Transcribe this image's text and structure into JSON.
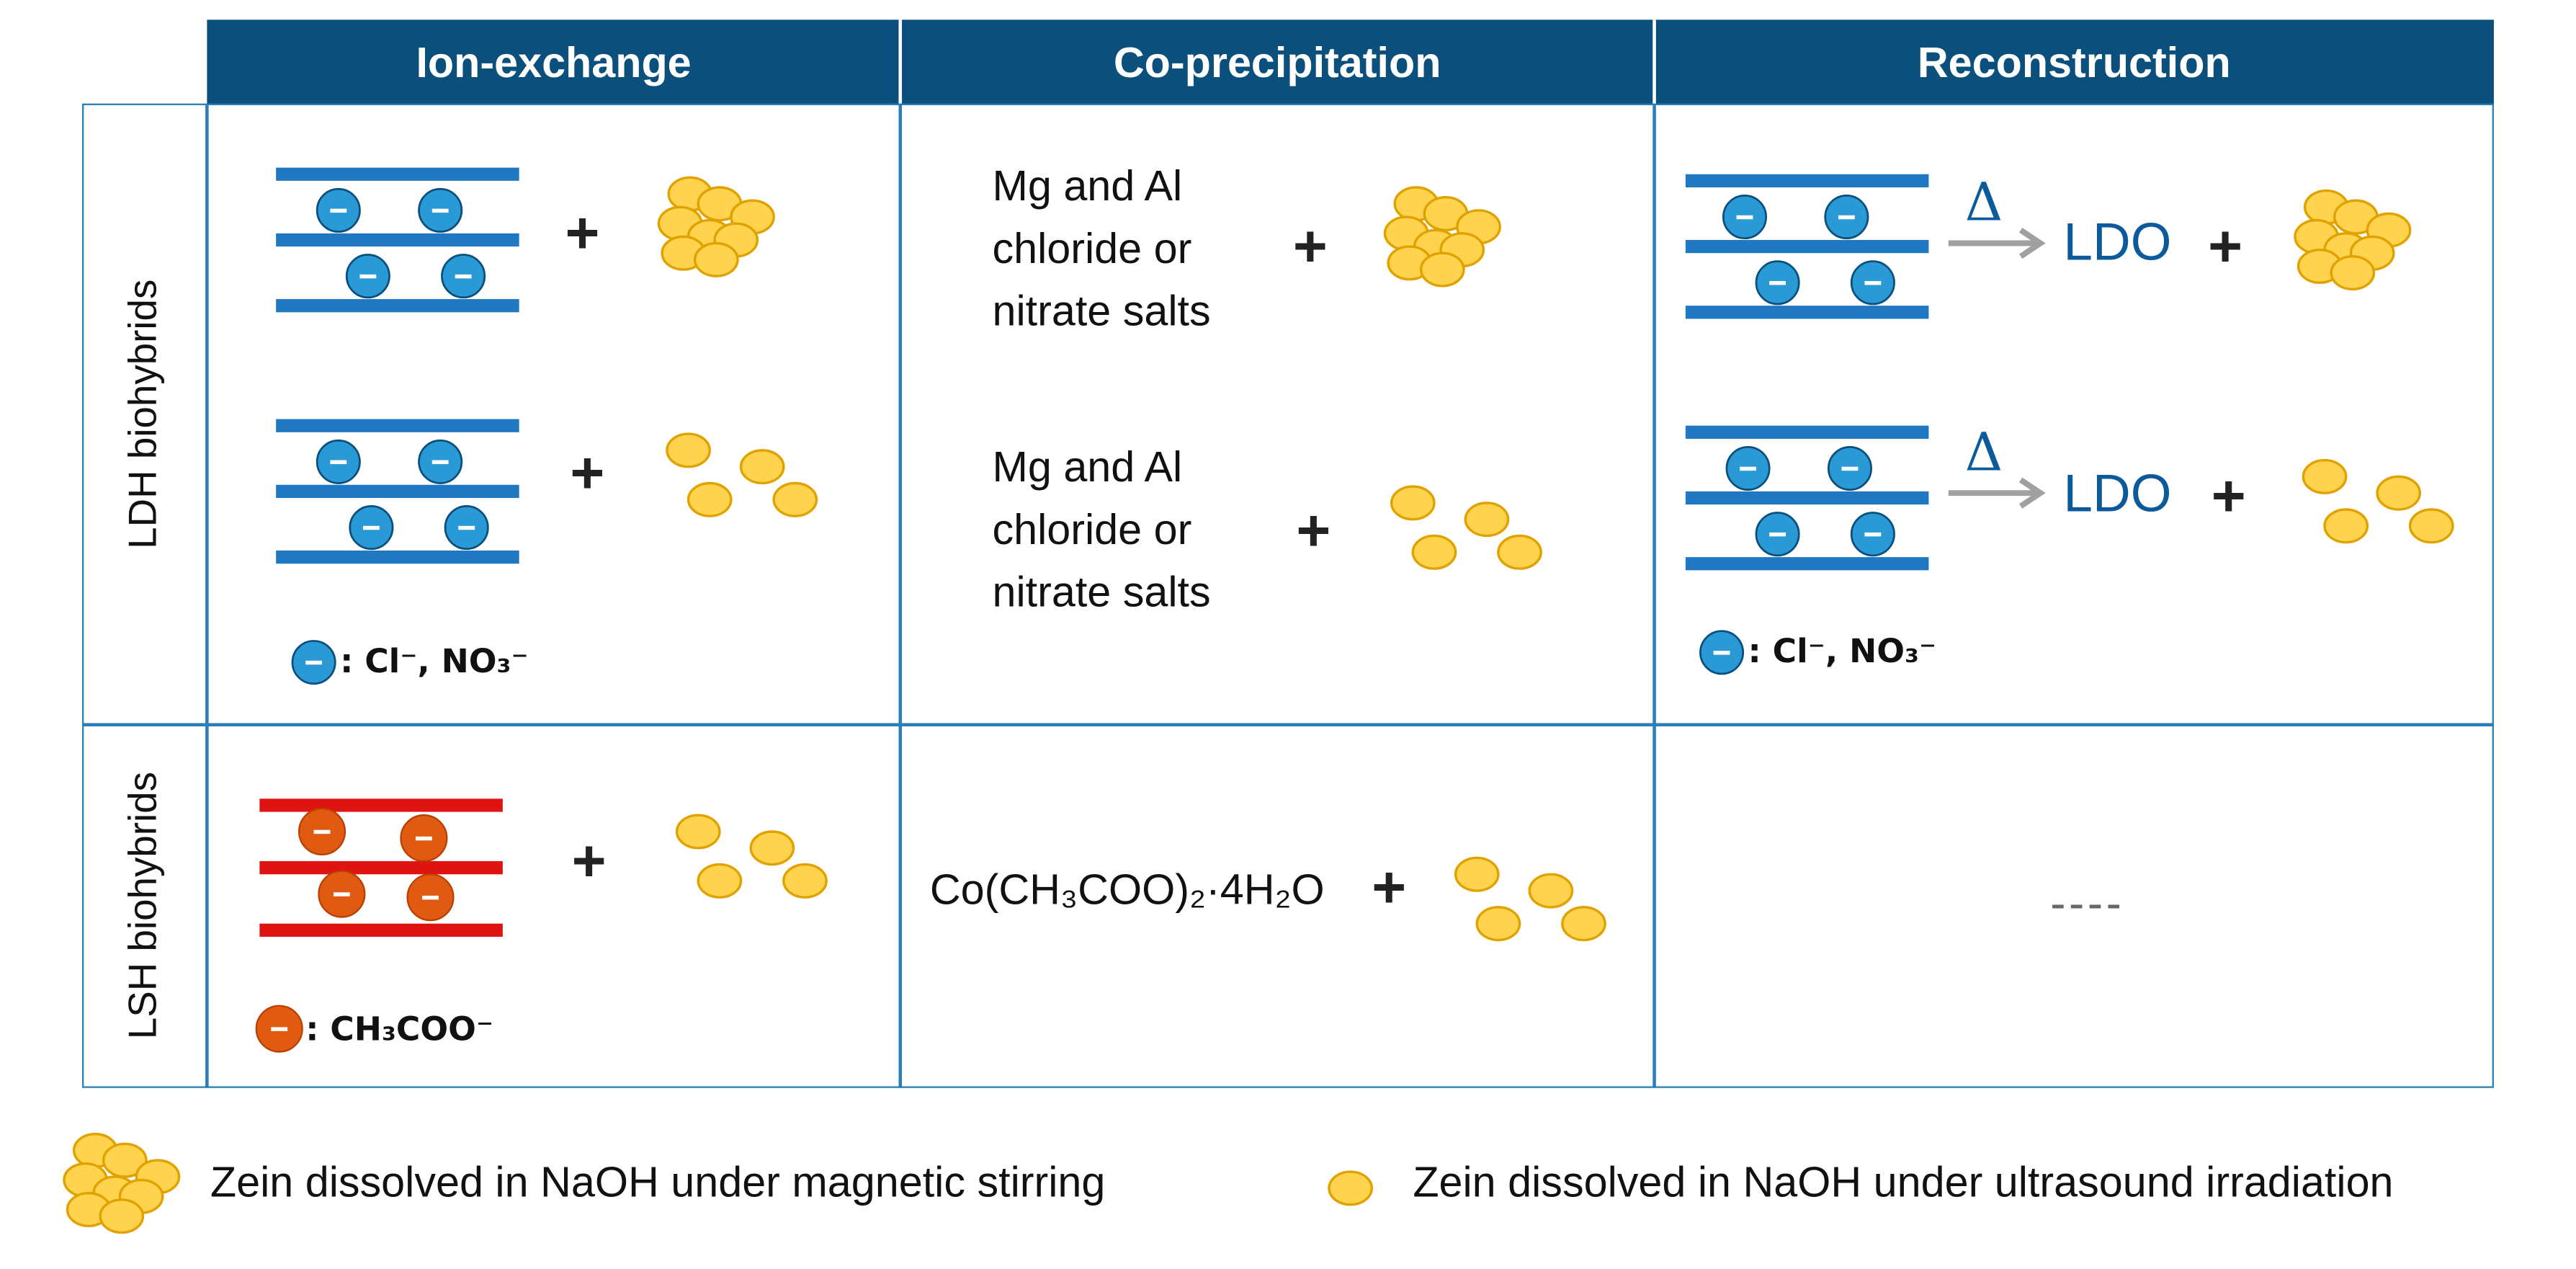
{
  "columns": [
    {
      "label": "Ion-exchange"
    },
    {
      "label": "Co-precipitation"
    },
    {
      "label": "Reconstruction"
    }
  ],
  "rows": [
    {
      "label": "LDH biohybrids"
    },
    {
      "label": "LSH biohybrids"
    }
  ],
  "cells": {
    "ldh_coprecip_1": "Mg and Al chloride or nitrate salts",
    "ldh_coprecip_2": "Mg and Al chloride or nitrate salts",
    "ldo_label": "LDO",
    "delta_symbol": "Δ",
    "plus_symbol": "+",
    "anion_legend_ldh": ": Cl⁻, NO₃⁻",
    "anion_legend_lsh": ": CH₃COO⁻",
    "lsh_coprecip": "Co(CH₃COO)₂·4H₂O",
    "lsh_reconstruction": "----"
  },
  "legend": {
    "magnetic": "Zein dissolved in NaOH under magnetic stirring",
    "ultrasound": "Zein dissolved in NaOH under ultrasound irradiation"
  },
  "colors": {
    "header_bg": "#0b4f7c",
    "grid_line": "#2a7fb8",
    "ldh_layer": "#1f78c1",
    "ldh_anion": "#2a9ad6",
    "lsh_layer": "#e01313",
    "lsh_anion": "#e05a12",
    "zein_fill": "#ffd34e",
    "zein_stroke": "#e0a200",
    "ldo_text": "#0b5a9c"
  }
}
